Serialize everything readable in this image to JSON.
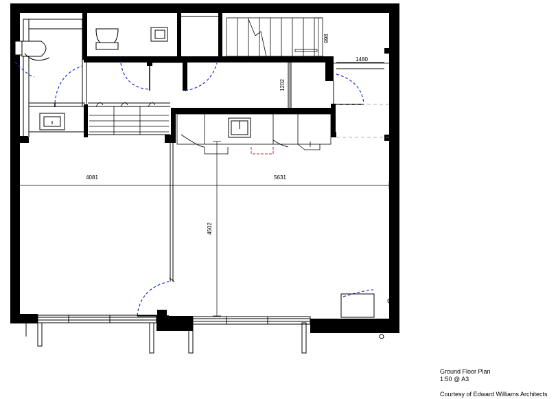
{
  "drawing": {
    "title": "Ground Floor Plan",
    "scale": "1:50 @ A3",
    "credit": "Courtesy of Edward Williams Architects"
  },
  "dimensions": {
    "stair_width": "998",
    "corridor_depth": "1202",
    "cupboard_width": "1480",
    "left_room_width": "4081",
    "right_room_width": "5631",
    "room_depth": "4502"
  },
  "colors": {
    "wall": "#000000",
    "door_swing": "#1f2fd0",
    "accent_red": "#d62020",
    "line": "#000000",
    "dash_grey": "#999999"
  }
}
